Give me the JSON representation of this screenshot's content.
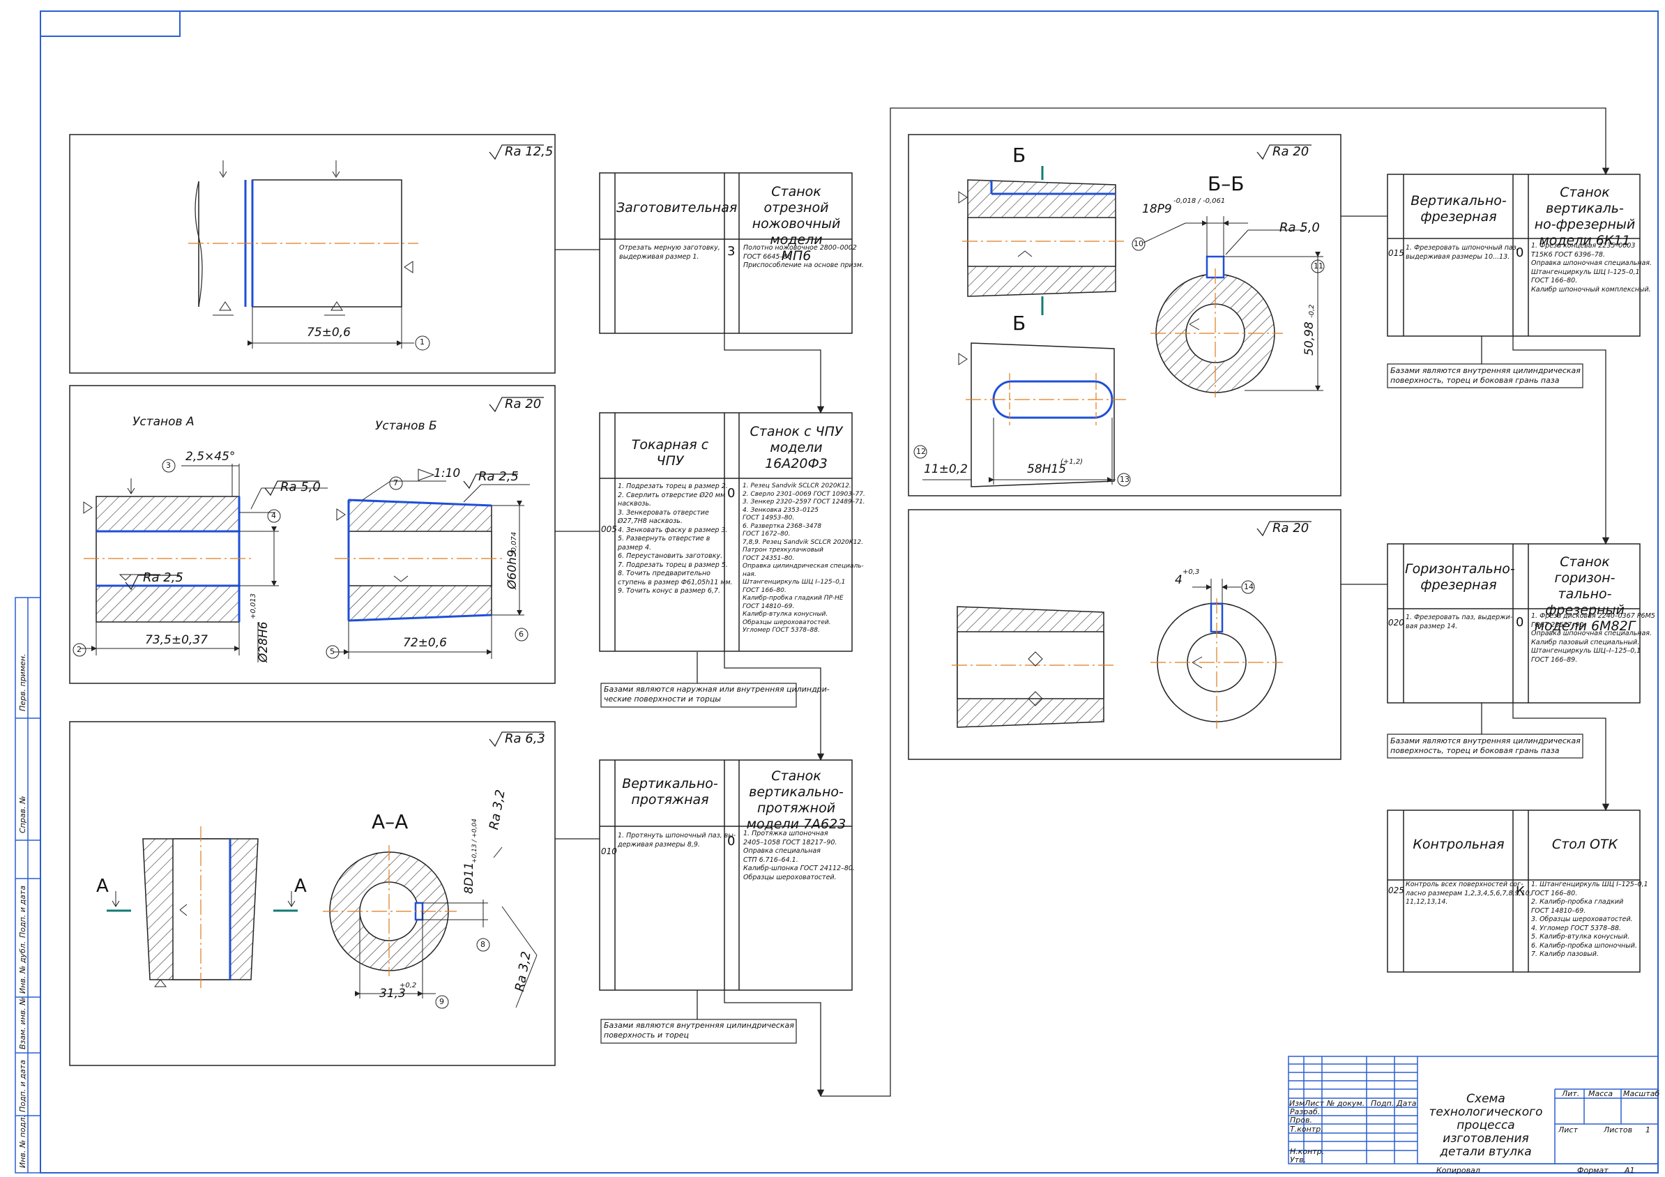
{
  "sheets": {
    "setup_a_title": "Установ А",
    "setup_b_title": "Установ Б",
    "section_aa": "А–А",
    "section_bb": "Б–Б",
    "section_b": "Б",
    "arrow_a": "A"
  },
  "roughness": {
    "r1": "Ra 12,5",
    "r2": "Ra 20",
    "r3": "Ra 6,3",
    "r4": "Ra 20",
    "r5": "Ra 20",
    "r_50": "Ra 5,0",
    "r_25a": "Ra 2,5",
    "r_25b": "Ra 2,5",
    "r_32a": "Ra 3,2",
    "r_32b": "Ra 3,2",
    "r_50b": "Ra 5,0"
  },
  "dimensions": {
    "d75": "75±0,6",
    "d25x45": "2,5×45°",
    "d735": "73,5±0,37",
    "d72": "72±0,6",
    "d28": "Ø28H6",
    "d28tol": "+0,013",
    "d60": "Ø60h9",
    "d60tol": "-0,074",
    "taper": "1:10",
    "d313": "31,3",
    "d313tol": "+0,2",
    "d8": "8D11",
    "d8tol": "+0,13 / +0,04",
    "d18": "18P9",
    "d18tol": "-0,018 / -0,061",
    "d5098": "50,98",
    "d5098tol": "-0,2",
    "d11": "11±0,2",
    "d58": "58H15",
    "d58tol": "(+1,2)",
    "d4": "4",
    "d4tol": "+0,3"
  },
  "callouts": [
    "1",
    "2",
    "3",
    "4",
    "5",
    "6",
    "7",
    "8",
    "9",
    "10",
    "11",
    "12",
    "13",
    "14"
  ],
  "operations": [
    {
      "code": "",
      "name": "Заготовительная",
      "content": "Отрезать мерную заготовку,\nвыдерживая размер 1.",
      "tool_mark": "3",
      "machine": "Станок отрезной\nножовочный модели\nМП6",
      "tools": "Полотно ножовочное 2800–0002\nГОСТ 6645–86\nПриспособление на основе призм."
    },
    {
      "code": "005",
      "name": "Токарная с ЧПУ",
      "content": "1. Подрезать торец в размер 2.\n2. Сверлить отверстие Ø20 мм\nнасквозь.\n3. Зенкеровать отверстие\nØ27,7H8 насквозь.\n4. Зенковать фаску в размер 3.\n5. Развернуть отверстие в\nразмер 4.\n6. Переустановить заготовку.\n7. Подрезать торец в размер 5.\n8. Точить предварительно\nступень в размер Ф61,05h11 мм.\n9. Точить конус в размер 6,7.",
      "tool_mark": "0",
      "machine": "Станок с ЧПУ\nмодели\n16А20Ф3",
      "tools": "1. Резец Sandvik SCLCR 2020K12.\n2. Сверло 2301–0069 ГОСТ 10903–77.\n3. Зенкер 2320–2597 ГОСТ 12489–71.\n4. Зенковка 2353–0125\nГОСТ 14953–80.\n6. Развертка 2368–3478\nГОСТ 1672–80.\n7,8,9. Резец Sandvik SCLCR 2020K12.\nПатрон трехкулачковый\nГОСТ 24351–80.\nОправка цилиндрическая специаль-\nная.\nШтангенциркуль ШЦ I–125–0,1\nГОСТ 166–80.\nКалибр-пробка гладкий ПР-НЕ\nГОСТ 14810–69.\nКалибр-втулка конусный.\nОбразцы шероховатостей.\nУгломер ГОСТ 5378–88.",
      "bases": "Базами являются наружная или внутренняя цилиндри-\nческие поверхности и торцы"
    },
    {
      "code": "010",
      "name": "Вертикально-\nпротяжная",
      "content": "1. Протянуть шпоночный паз, вы-\nдерживая размеры 8,9.",
      "tool_mark": "0",
      "machine": "Станок вертикально-\nпротяжной\nмодели 7А623",
      "tools": "1. Протяжка шпоночная\n2405–1058 ГОСТ 18217–90.\nОправка специальная\nСТП 6.716–64.1.\nКалибр-шпонка ГОСТ 24112–80.\nОбразцы шероховатостей.",
      "bases": "Базами являются внутренняя цилиндрическая\nповерхность и торец"
    },
    {
      "code": "015",
      "name": "Вертикально-\nфрезерная",
      "content": "1. Фрезеровать шпоночный паз,\nвыдерживая размеры 10...13.",
      "tool_mark": "0",
      "machine": "Станок вертикаль-\nно-фрезерный\nмодели 6К11",
      "tools": "1. Фреза концевая 2235–0003\nТ15К6 ГОСТ 6396–78.\nОправка шпоночная специальная.\nШтангенциркуль ШЦ I–125–0,1\nГОСТ 166–80.\nКалибр шпоночный комплексный.",
      "bases": "Базами являются внутренняя цилиндрическая\nповерхность, торец и боковая грань паза"
    },
    {
      "code": "020",
      "name": "Горизонтально-\nфрезерная",
      "content": "1. Фрезеровать паз, выдержи-\nвая размер 14.",
      "tool_mark": "0",
      "machine": "Станок горизон-\nтально-фрезерный\nмодели 6М82Г",
      "tools": "1. Фреза дисковая 2240–0367 Р6М5\nГОСТ 28527–90.\nОправка шпоночная специальная.\nКалибр пазовый специальный.\nШтангенциркуль ШЦ–I–125–0,1\nГОСТ 166–89.",
      "bases": "Базами являются внутренняя цилиндрическая\nповерхность, торец и боковая грань паза"
    },
    {
      "code": "025",
      "name": "Контрольная",
      "content": "Контроль всех поверхностей сог-\nласно размерам 1,2,3,4,5,6,7,8,9,10,\n11,12,13,14.",
      "tool_mark": "К",
      "machine": "Стол ОТК",
      "tools": "1. Штангенциркуль ШЦ I–125–0,1\nГОСТ 166–80.\n2. Калибр-пробка гладкий\nГОСТ 14810–69.\n3. Образцы шероховатостей.\n4. Угломер ГОСТ 5378–88.\n5. Калибр-втулка конусный.\n6. Калибр-пробка шпоночный.\n7. Калибр пазовый."
    }
  ],
  "title_block": {
    "title": "Схема технологического\nпроцесса изготовления\nдетали втулка",
    "headers": {
      "izm": "Изм",
      "list": "Лист",
      "ndoc": "№ докум.",
      "podp": "Подп.",
      "data": "Дата"
    },
    "roles": [
      "Разраб.",
      "Пров.",
      "Т.контр.",
      "",
      "Н.контр.",
      "Утв."
    ],
    "lit": "Лит.",
    "massa": "Масса",
    "masshtab": "Масштаб",
    "sheet": "Лист",
    "sheets": "Листов",
    "sheets_count": "1",
    "copied": "Копировал",
    "format": "Формат",
    "format_value": "А1"
  },
  "side_stamp": [
    "Перв. примен.",
    "Справ. №",
    "Подп. и дата",
    "Инв. № дубл.",
    "Взам. инв. №",
    "Подп. и дата",
    "Инв. № подл."
  ],
  "colors": {
    "line": "#1a1a1a",
    "frame": "#2a5fd1",
    "axis": "#e07b1a",
    "blue": "#1f4fd6",
    "teal": "#117a73"
  }
}
